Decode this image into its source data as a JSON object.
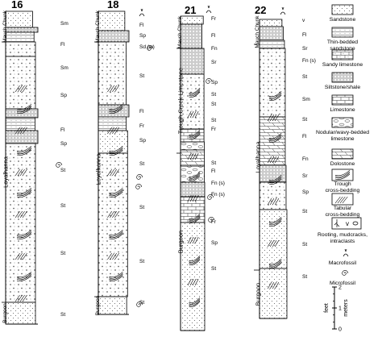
{
  "sections": [
    {
      "id": "16",
      "title": "16",
      "formations": [
        "Mauch Chunk",
        "Loyalhanna",
        "Burgoon"
      ],
      "facies_codes": [
        "Sm",
        "Fl",
        "Sm",
        "Sp",
        "Fl",
        "Sp",
        "St",
        "St",
        "St",
        "St"
      ]
    },
    {
      "id": "18",
      "title": "18",
      "formations": [
        "Mauch Chunk",
        "Loyalhanna",
        "Burgoon"
      ],
      "facies_codes": [
        "Fl",
        "Sp",
        "Sd (w)",
        "St",
        "Fl",
        "Fr",
        "Sp",
        "St",
        "St",
        "St",
        "St"
      ]
    },
    {
      "id": "21",
      "title": "21",
      "formations": [
        "Mauch Chunk",
        "Trough Creek Limestone",
        "Burgoon"
      ],
      "facies_codes": [
        "Fr",
        "Fl",
        "Fn",
        "Sr",
        "Sp",
        "St",
        "St",
        "St",
        "Fr",
        "St",
        "Fl",
        "Fn (s)",
        "Fn (s)",
        "Fr",
        "Sp",
        "St"
      ]
    },
    {
      "id": "22",
      "title": "22",
      "formations": [
        "Mauch Chunk",
        "Loyalhanna",
        "Burgoon"
      ],
      "facies_codes": [
        "v",
        "Fl",
        "Sr",
        "Fn (s)",
        "St",
        "Sm",
        "St",
        "Fl",
        "Fn",
        "Sr",
        "Sp",
        "St",
        "St",
        "St"
      ]
    }
  ],
  "legend": [
    {
      "label": "Sandstone"
    },
    {
      "label": "Thin-bedded sandstone"
    },
    {
      "label": "Sandy limestone"
    },
    {
      "label": "Siltstone/shale"
    },
    {
      "label": "Limestone"
    },
    {
      "label": "Nodular/wavy-bedded limestone"
    },
    {
      "label": "Dolostone"
    },
    {
      "label": "Trough cross-bedding"
    },
    {
      "label": "Tabular cross-bedding"
    },
    {
      "label": "Rooting, mudcracks, intraclasts",
      "symbol": "v"
    },
    {
      "label": "Macrofossil"
    },
    {
      "label": "Microfossil"
    }
  ],
  "scale": {
    "left_label": "feet",
    "right_label": "meters",
    "ticks": [
      "0",
      "1",
      "2"
    ]
  }
}
